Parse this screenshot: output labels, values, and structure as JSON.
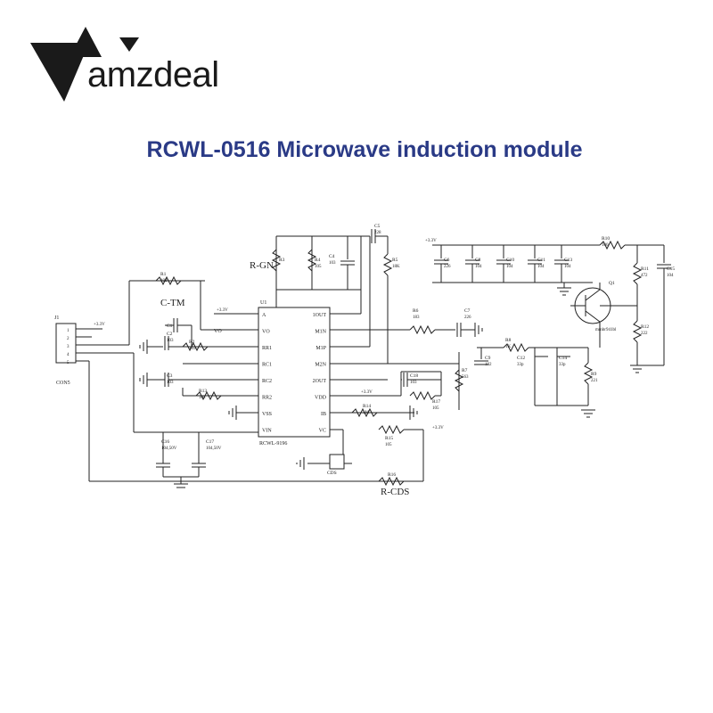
{
  "brand": {
    "name": "amzdeal"
  },
  "title": "RCWL-0516 Microwave induction module",
  "schematic": {
    "connector": {
      "ref": "J1",
      "name": "CON5",
      "pins": [
        "1",
        "2",
        "3",
        "4",
        "5"
      ],
      "supply": "+3.3V"
    },
    "chip": {
      "ref": "U1",
      "part": "RCWL-9196",
      "left_pins": [
        "A",
        "VO",
        "RR1",
        "RC1",
        "RC2",
        "RR2",
        "VSS",
        "VIN"
      ],
      "right_pins": [
        "1OUT",
        "M1N",
        "M1P",
        "M2N",
        "2OUT",
        "VDD",
        "IB",
        "VC"
      ]
    },
    "rail_labels": [
      "+3.3V",
      "+3.3V",
      "+3.3V",
      "+3.3V"
    ],
    "net_labels": [
      "VO"
    ],
    "callouts": [
      "R-GN",
      "C-TM",
      "R-CDS"
    ],
    "components": [
      {
        "ref": "R1",
        "value": "102"
      },
      {
        "ref": "C1",
        "value": ""
      },
      {
        "ref": "C2",
        "value": "103"
      },
      {
        "ref": "R2",
        "value": "103"
      },
      {
        "ref": "C3",
        "value": "103"
      },
      {
        "ref": "R13",
        "value": "105"
      },
      {
        "ref": "R3",
        "value": ""
      },
      {
        "ref": "R4",
        "value": "105"
      },
      {
        "ref": "C4",
        "value": "103"
      },
      {
        "ref": "C5",
        "value": "228"
      },
      {
        "ref": "R5",
        "value": "18K"
      },
      {
        "ref": "R6",
        "value": "183"
      },
      {
        "ref": "C7",
        "value": "226"
      },
      {
        "ref": "R7",
        "value": "563"
      },
      {
        "ref": "C18",
        "value": "103"
      },
      {
        "ref": "R17",
        "value": "105"
      },
      {
        "ref": "R14",
        "value": "1M"
      },
      {
        "ref": "R15",
        "value": "105"
      },
      {
        "ref": "R16",
        "value": ""
      },
      {
        "ref": "C16",
        "value": "104,50V"
      },
      {
        "ref": "C17",
        "value": "104,50V"
      },
      {
        "ref": "CDS",
        "value": ""
      },
      {
        "ref": "C6",
        "value": "226"
      },
      {
        "ref": "C8",
        "value": "104"
      },
      {
        "ref": "C10",
        "value": "104"
      },
      {
        "ref": "C11",
        "value": "104"
      },
      {
        "ref": "C13",
        "value": "104"
      },
      {
        "ref": "R10",
        "value": "100"
      },
      {
        "ref": "R11",
        "value": "472"
      },
      {
        "ref": "C15",
        "value": "104"
      },
      {
        "ref": "R12",
        "value": "222"
      },
      {
        "ref": "R8",
        "value": "1K"
      },
      {
        "ref": "C9",
        "value": "102"
      },
      {
        "ref": "C12",
        "value": "33p"
      },
      {
        "ref": "C14",
        "value": "33p"
      },
      {
        "ref": "R9",
        "value": "221"
      },
      {
        "ref": "Q1",
        "value": "mmbr941bl"
      }
    ]
  }
}
